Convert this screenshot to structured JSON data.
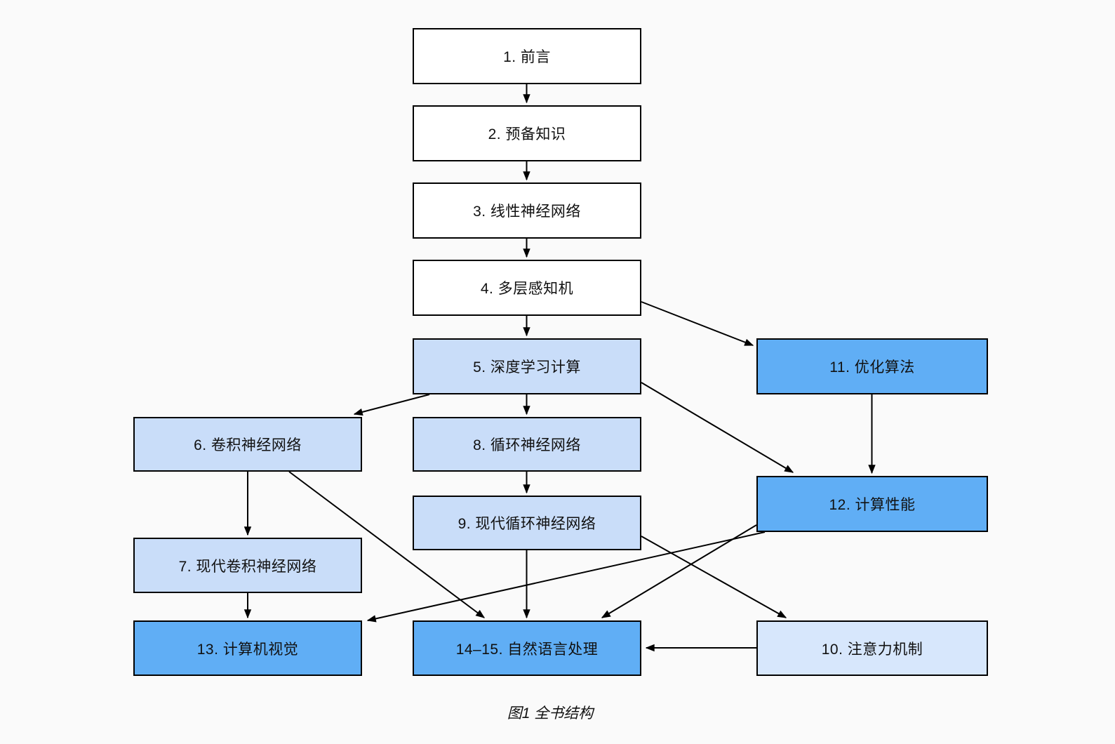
{
  "diagram": {
    "caption": "图1  全书结构",
    "nodes": {
      "n1": {
        "label": "1. 前言",
        "fill": "#ffffff"
      },
      "n2": {
        "label": "2. 预备知识",
        "fill": "#ffffff"
      },
      "n3": {
        "label": "3. 线性神经网络",
        "fill": "#ffffff"
      },
      "n4": {
        "label": "4. 多层感知机",
        "fill": "#ffffff"
      },
      "n5": {
        "label": "5. 深度学习计算",
        "fill": "#c9ddf9"
      },
      "n6": {
        "label": "6. 卷积神经网络",
        "fill": "#c9ddf9"
      },
      "n7": {
        "label": "7. 现代卷积神经网络",
        "fill": "#c9ddf9"
      },
      "n8": {
        "label": "8. 循环神经网络",
        "fill": "#c9ddf9"
      },
      "n9": {
        "label": "9. 现代循环神经网络",
        "fill": "#c9ddf9"
      },
      "n10": {
        "label": "10. 注意力机制",
        "fill": "#d7e7fc"
      },
      "n11": {
        "label": "11. 优化算法",
        "fill": "#60aef5"
      },
      "n12": {
        "label": "12. 计算性能",
        "fill": "#60aef5"
      },
      "n13": {
        "label": "13. 计算机视觉",
        "fill": "#60aef5"
      },
      "n14_15": {
        "label": "14–15. 自然语言处理",
        "fill": "#60aef5"
      }
    },
    "edges": [
      [
        "n1",
        "n2"
      ],
      [
        "n2",
        "n3"
      ],
      [
        "n3",
        "n4"
      ],
      [
        "n4",
        "n5"
      ],
      [
        "n4",
        "n11"
      ],
      [
        "n5",
        "n6"
      ],
      [
        "n5",
        "n8"
      ],
      [
        "n5",
        "n12"
      ],
      [
        "n6",
        "n7"
      ],
      [
        "n6",
        "n14_15"
      ],
      [
        "n8",
        "n9"
      ],
      [
        "n9",
        "n14_15"
      ],
      [
        "n9",
        "n10"
      ],
      [
        "n11",
        "n12"
      ],
      [
        "n12",
        "n13"
      ],
      [
        "n12",
        "n14_15"
      ],
      [
        "n7",
        "n13"
      ],
      [
        "n10",
        "n14_15"
      ]
    ]
  },
  "colors": {
    "background": "#fafafa",
    "border": "#000000",
    "white_box": "#ffffff",
    "light_blue_box": "#c9ddf9",
    "pale_blue_box": "#d7e7fc",
    "medium_blue_box": "#60aef5"
  }
}
